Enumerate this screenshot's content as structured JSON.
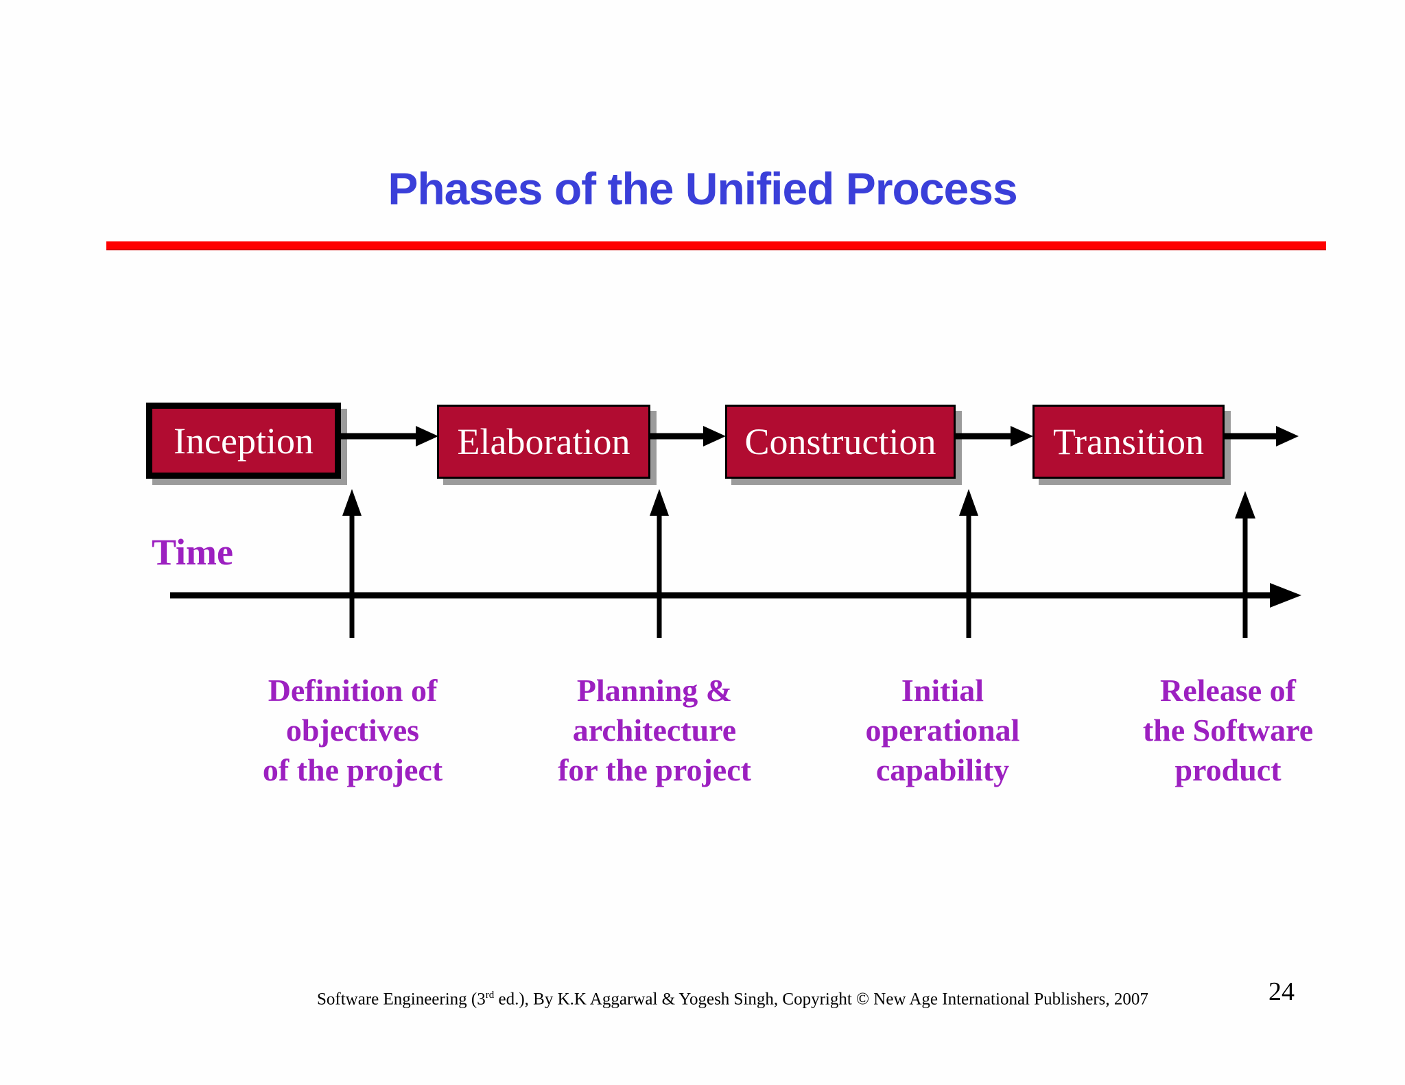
{
  "title": "Phases of the Unified Process",
  "time_axis": {
    "label": "Time"
  },
  "phases": [
    {
      "label": "Inception"
    },
    {
      "label": "Elaboration"
    },
    {
      "label": "Construction"
    },
    {
      "label": "Transition"
    }
  ],
  "milestones": [
    {
      "label": "Definition of\nobjectives\nof the project"
    },
    {
      "label": "Planning &\narchitecture\nfor the project"
    },
    {
      "label": "Initial\noperational\ncapability"
    },
    {
      "label": "Release of\nthe Software\nproduct"
    }
  ],
  "footer": {
    "citation_part1": "Software Engineering (3",
    "citation_superscript": "rd",
    "citation_part2": " ed.), By K.K Aggarwal & Yogesh Singh, Copyright © New Age International Publishers, 2007",
    "page_number": "24"
  },
  "colors": {
    "title_blue": "#3a3fd9",
    "rule_red": "#ff0000",
    "phase_box_fill": "#b10c31",
    "phase_box_text": "#ffffff",
    "milestone_purple": "#9c20c0",
    "arrow_black": "#000000",
    "shadow_gray": "#9b9b9b"
  }
}
